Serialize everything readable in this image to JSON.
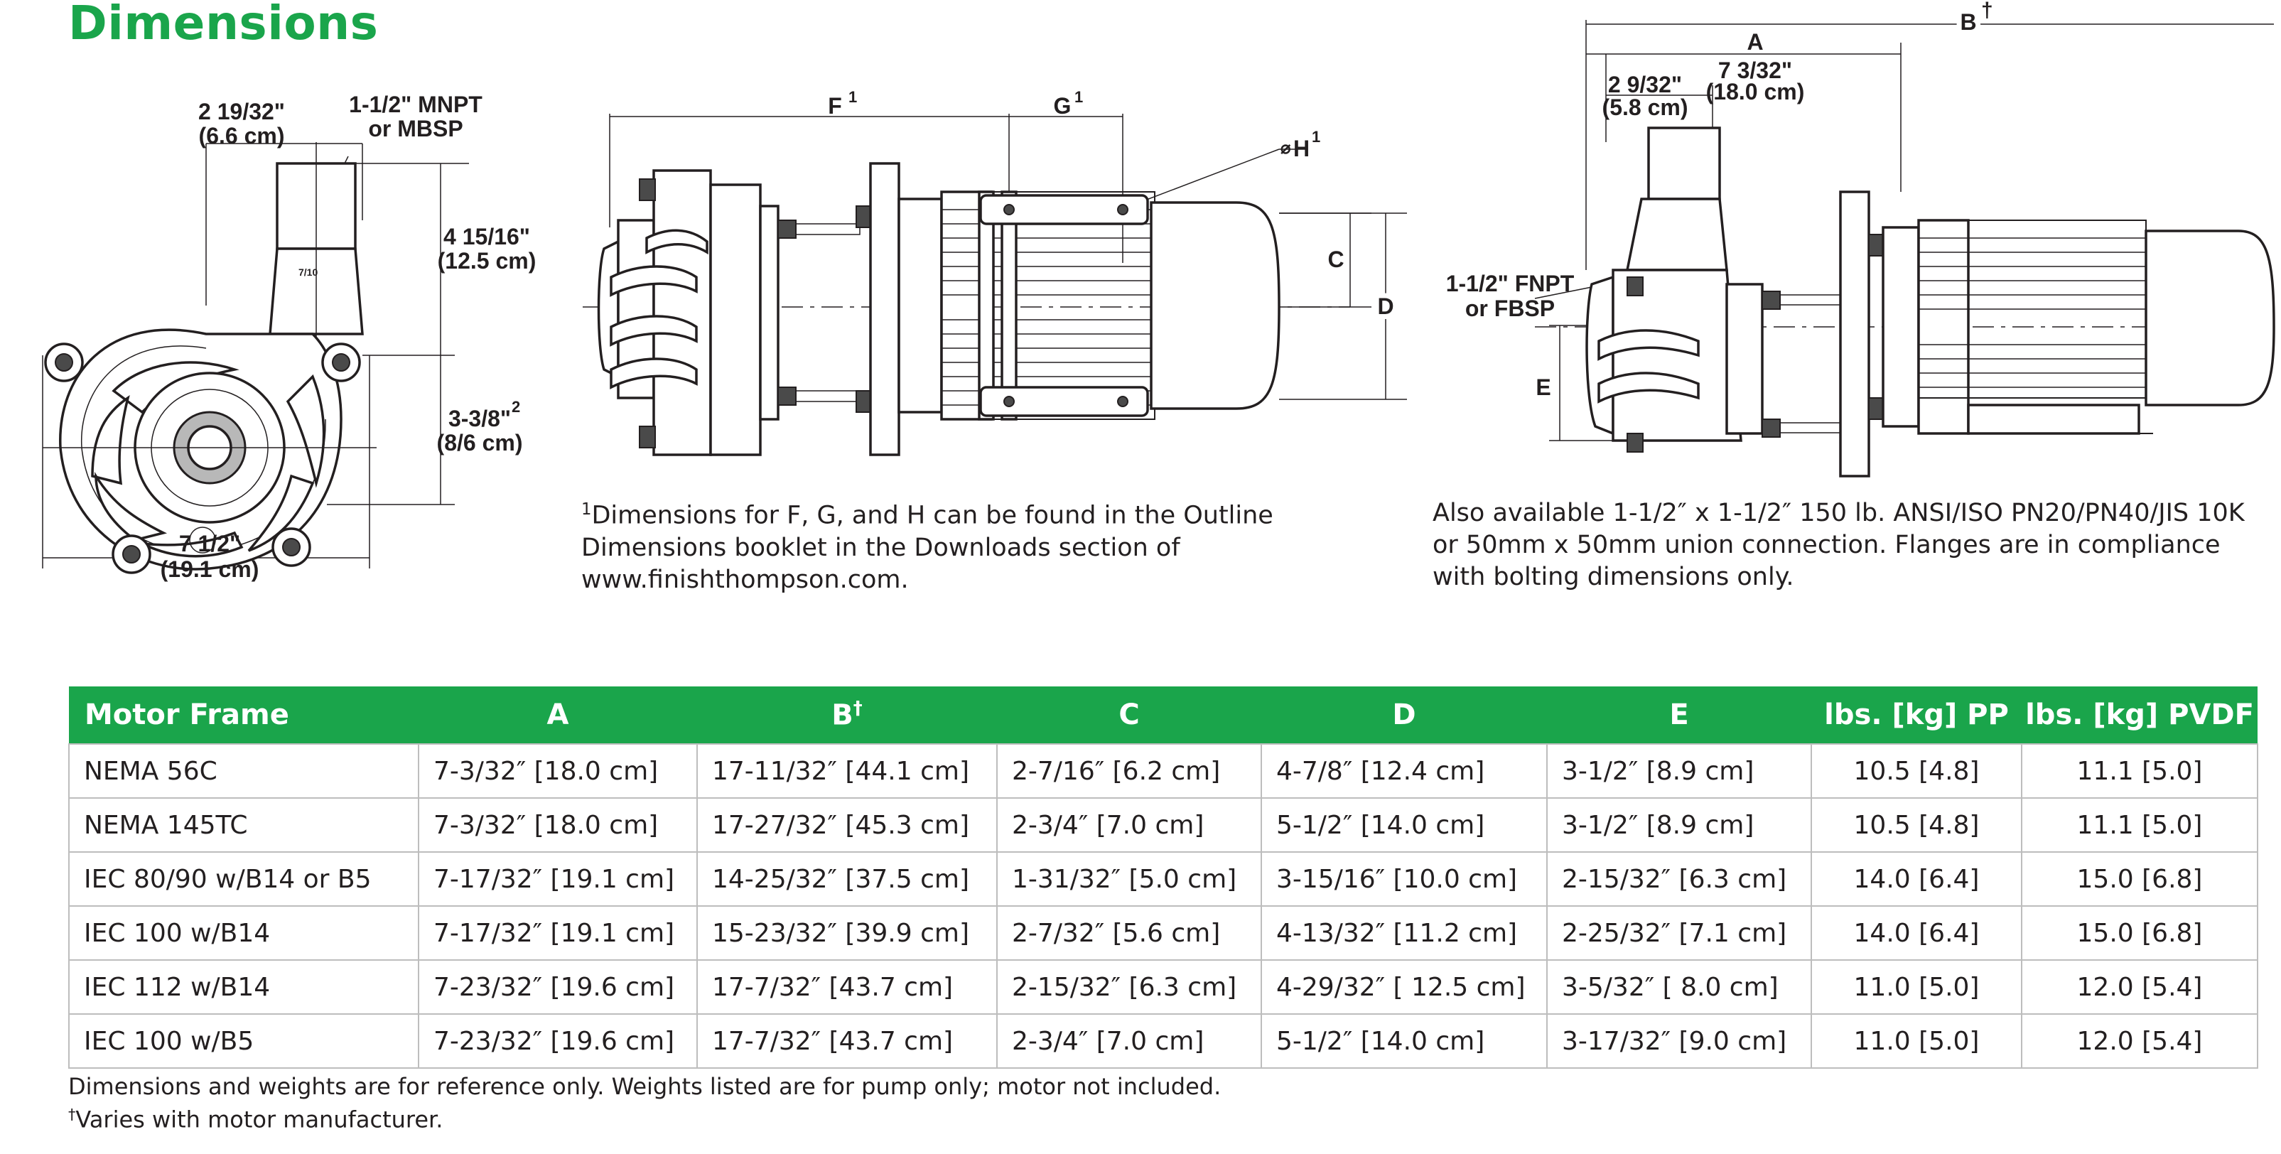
{
  "title": "Dimensions",
  "front_view": {
    "dim_top": "2 19/32\"",
    "dim_top_cm": "(6.6 cm)",
    "port_1": "1-1/2\" MNPT",
    "port_2": "or MBSP",
    "dim_right_1": "4 15/16\"",
    "dim_right_1_cm": "(12.5 cm)",
    "dim_right_2": "3-3/8\"",
    "dim_right_2_sup": "2",
    "dim_right_2_cm": "(8/6 cm)",
    "dim_bottom": "7 1/2\"",
    "dim_bottom_cm": "(19.1 cm)",
    "casing_mark": "7/10"
  },
  "side_view": {
    "label_f": "F",
    "label_g": "G",
    "label_h": "H",
    "sup": "1",
    "h_prefix": "⌀",
    "label_c": "C",
    "label_d": "D"
  },
  "right_view": {
    "label_a": "A",
    "label_b": "B",
    "b_sup": "†",
    "dim_1": "7 3/32\"",
    "dim_1_cm": "(18.0 cm)",
    "dim_2": "2 9/32\"",
    "dim_2_cm": "(5.8 cm)",
    "port_1": "1-1/2\" FNPT",
    "port_2": "or FBSP",
    "label_e": "E"
  },
  "note_1": {
    "sup": "1",
    "text": "Dimensions for F, G, and H can be found in the Outline Dimensions booklet in the Downloads section of www.finishthompson.com."
  },
  "note_2": "Also available 1-1/2″ x 1-1/2″ 150 lb. ANSI/ISO PN20/PN40/JIS 10K or 50mm x 50mm union connection. Flanges are in compliance with bolting dimensions only.",
  "table": {
    "headers": {
      "motor_frame": "Motor Frame",
      "a": "A",
      "b": "B",
      "b_sup": "†",
      "c": "C",
      "d": "D",
      "e": "E",
      "pp": "lbs. [kg] PP",
      "pvdf": "lbs. [kg] PVDF"
    },
    "rows": [
      {
        "frame": "NEMA 56C",
        "a": "7-3/32″ [18.0 cm]",
        "b": "17-11/32″ [44.1 cm]",
        "c": "2-7/16″ [6.2 cm]",
        "d": "4-7/8″ [12.4 cm]",
        "e": "3-1/2″ [8.9 cm]",
        "pp": "10.5 [4.8]",
        "pvdf": "11.1 [5.0]"
      },
      {
        "frame": "NEMA 145TC",
        "a": "7-3/32″ [18.0 cm]",
        "b": "17-27/32″ [45.3 cm]",
        "c": "2-3/4″ [7.0 cm]",
        "d": "5-1/2″ [14.0 cm]",
        "e": "3-1/2″ [8.9 cm]",
        "pp": "10.5 [4.8]",
        "pvdf": "11.1 [5.0]"
      },
      {
        "frame": "IEC 80/90 w/B14 or B5",
        "a": "7-17/32″ [19.1 cm]",
        "b": "14-25/32″ [37.5 cm]",
        "c": "1-31/32″ [5.0 cm]",
        "d": "3-15/16″ [10.0 cm]",
        "e": "2-15/32″ [6.3 cm]",
        "pp": "14.0 [6.4]",
        "pvdf": "15.0 [6.8]"
      },
      {
        "frame": "IEC 100 w/B14",
        "a": "7-17/32″ [19.1 cm]",
        "b": "15-23/32″ [39.9 cm]",
        "c": "2-7/32″ [5.6 cm]",
        "d": "4-13/32″ [11.2 cm]",
        "e": "2-25/32″ [7.1 cm]",
        "pp": "14.0 [6.4]",
        "pvdf": "15.0 [6.8]"
      },
      {
        "frame": "IEC 112 w/B14",
        "a": "7-23/32″ [19.6 cm]",
        "b": "17-7/32″ [43.7 cm]",
        "c": "2-15/32″ [6.3 cm]",
        "d": "4-29/32″ [ 12.5 cm]",
        "e": "3-5/32″ [ 8.0 cm]",
        "pp": "11.0 [5.0]",
        "pvdf": "12.0 [5.4]"
      },
      {
        "frame": "IEC 100 w/B5",
        "a": "7-23/32″ [19.6 cm]",
        "b": "17-7/32″ [43.7 cm]",
        "c": "2-3/4″ [7.0 cm]",
        "d": "5-1/2″ [14.0 cm]",
        "e": "3-17/32″ [9.0 cm]",
        "pp": "11.0 [5.0]",
        "pvdf": "12.0 [5.4]"
      }
    ]
  },
  "footnote_1": "Dimensions and weights are for reference only.  Weights listed are for pump only; motor not included.",
  "footnote_2_sup": "†",
  "footnote_2": "Varies with motor manufacturer."
}
